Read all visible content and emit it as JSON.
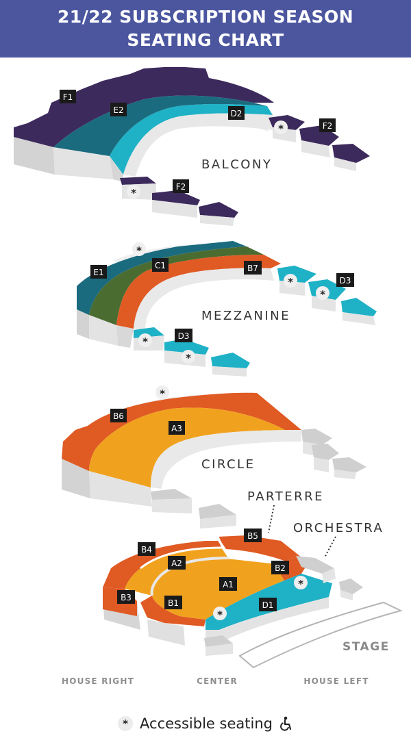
{
  "header": {
    "line1": "21/22 SUBSCRIPTION SEASON",
    "line2": "SEATING CHART"
  },
  "sections": {
    "balcony": "BALCONY",
    "mezzanine": "MEZZANINE",
    "circle": "CIRCLE",
    "parterre": "PARTERRE",
    "orchestra": "ORCHESTRA",
    "stage": "STAGE"
  },
  "zones": {
    "f1": "F1",
    "e2": "E2",
    "d2": "D2",
    "f2_right": "F2",
    "f2_left": "F2",
    "e1": "E1",
    "c1": "C1",
    "b7": "B7",
    "d3_right": "D3",
    "d3_left": "D3",
    "b6": "B6",
    "a3": "A3",
    "b5": "B5",
    "b4": "B4",
    "a2": "A2",
    "b2": "B2",
    "a1": "A1",
    "b3": "B3",
    "b1": "B1",
    "d1": "D1"
  },
  "positions": {
    "house_right": "HOUSE RIGHT",
    "center": "CENTER",
    "house_left": "HOUSE LEFT"
  },
  "legend": {
    "symbol": "*",
    "text": "Accessible seating",
    "icon": "wheelchair-icon"
  },
  "colors": {
    "header_bg": "#4b569f",
    "purple": "#3d2a5c",
    "teal": "#1b6b7f",
    "cyan": "#1fb1c6",
    "green": "#4b6c31",
    "orange": "#e05a24",
    "gold": "#f0a21f",
    "side_gray": "#dcdcdc",
    "label_box": "#1a1a1a"
  }
}
